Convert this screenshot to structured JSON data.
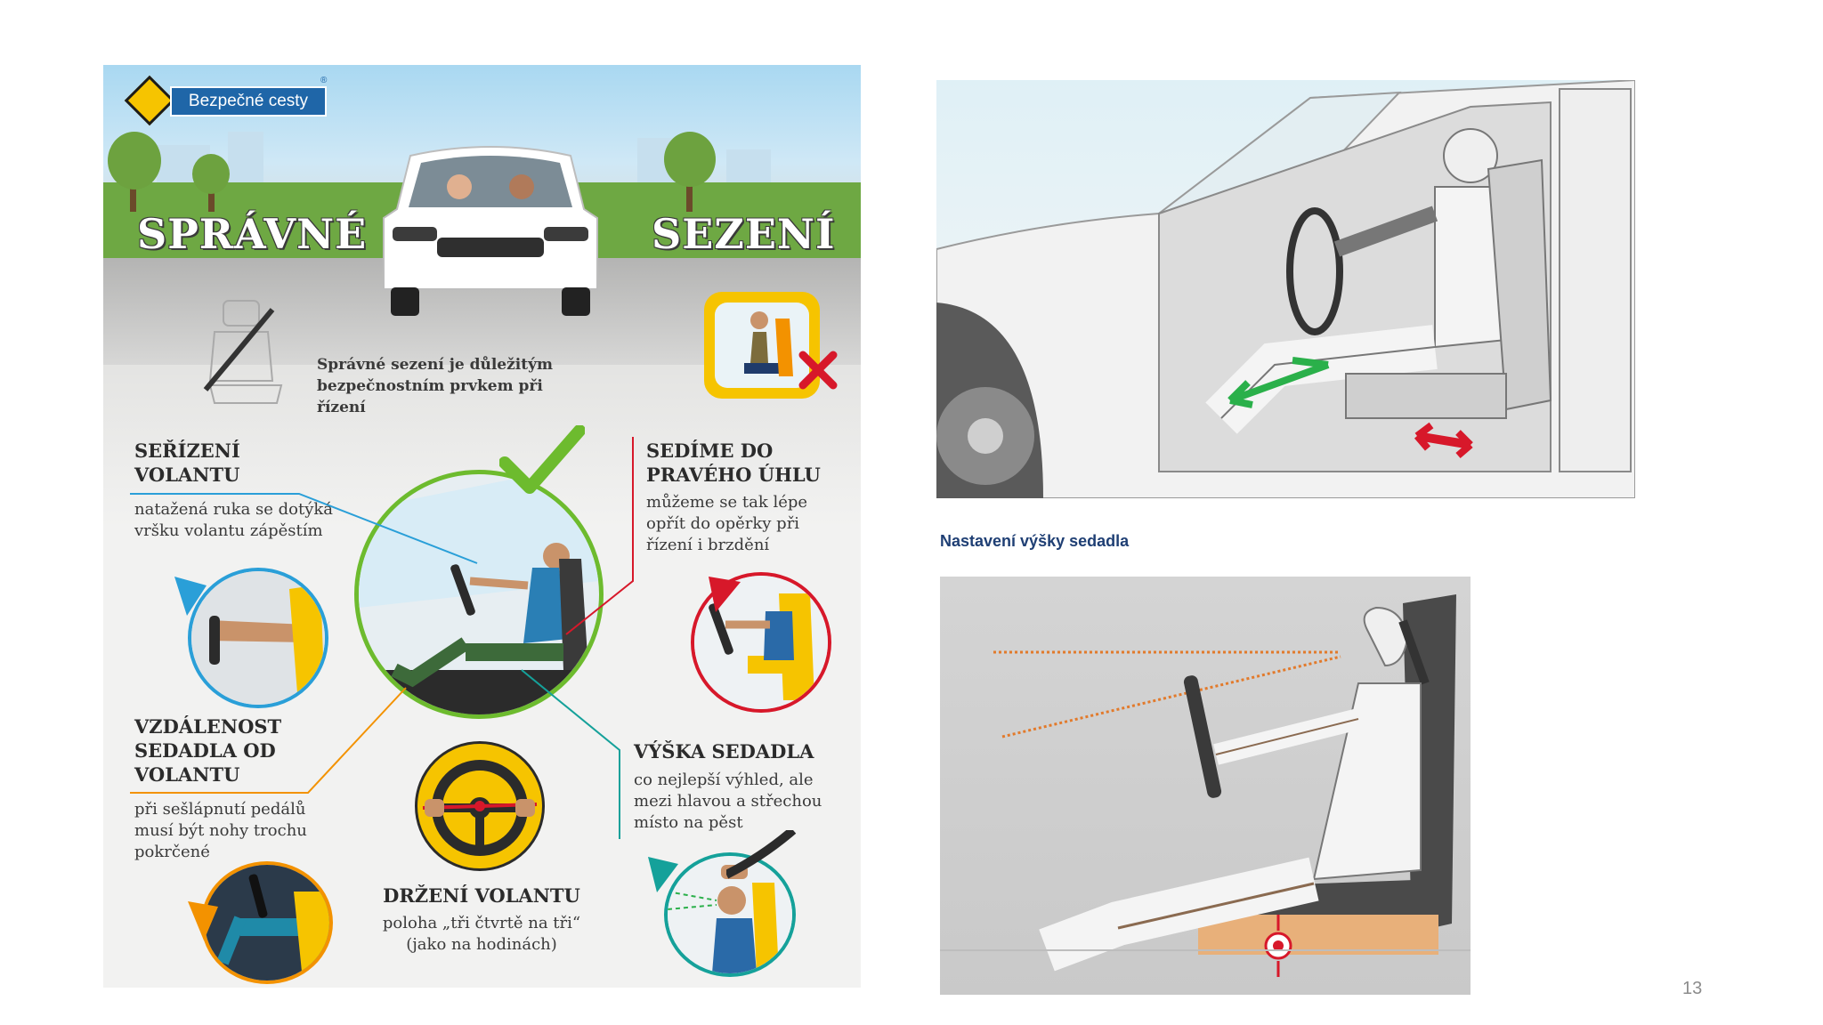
{
  "infographic": {
    "logo_text": "Bezpečné cesty",
    "logo_registered": "®",
    "title_left": "SPRÁVNÉ",
    "title_right": "SEZENÍ",
    "intro_text": "Správné sezení je důležitým bezpečnostním prvkem při řízení",
    "sections": {
      "steering_adjust": {
        "heading": "SEŘÍZENÍ VOLANTU",
        "text": "natažená ruka se dotýká vršku volantu zápěstím"
      },
      "right_angle": {
        "heading": "SEDÍME DO PRAVÉHO ÚHLU",
        "text": "můžeme se tak lépe opřít do opěrky při řízení i brzdění"
      },
      "seat_distance": {
        "heading": "VZDÁLENOST SEDADLA OD VOLANTU",
        "text": "při sešlápnutí pedálů musí být nohy trochu pokrčené"
      },
      "seat_height": {
        "heading": "VÝŠKA SEDADLA",
        "text": "co nejlepší výhled, ale mezi hlavou a střechou místo na pěst"
      },
      "steering_hold": {
        "heading": "DRŽENÍ VOLANTU",
        "text": "poloha „tři čtvrtě na tři“ (jako na hodinách)"
      }
    },
    "icons": {
      "correct": "check-icon",
      "wrong": "cross-icon"
    },
    "colors": {
      "green": "#6dbb2e",
      "red": "#d7182a",
      "orange": "#f39200",
      "blue": "#2a9fd8",
      "yellow": "#f6c400"
    }
  },
  "seat_height_caption": "Nastavení výšky sedadla",
  "page_number": "13"
}
